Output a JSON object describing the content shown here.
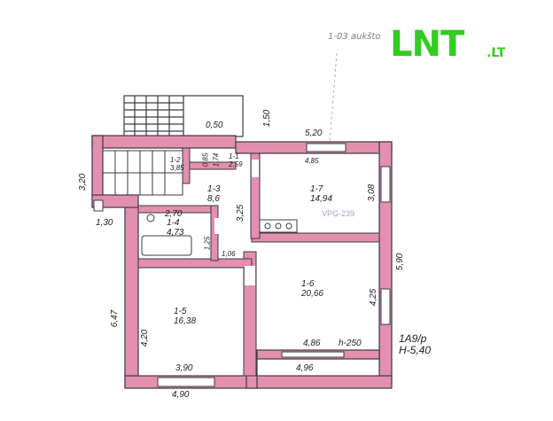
{
  "header": {
    "pencil_note": "1-03 aukšto",
    "logo_main": "LNT",
    "logo_suffix": ".LT"
  },
  "rooms": [
    {
      "id": "r12",
      "code": "1-2",
      "area": "3,85"
    },
    {
      "id": "r11",
      "code": "1-1",
      "area": "2,59"
    },
    {
      "id": "r13",
      "code": "1-3",
      "area": "8,6"
    },
    {
      "id": "r14",
      "code": "1-4",
      "area": "4,73"
    },
    {
      "id": "r17",
      "code": "1-7",
      "area": "14,94"
    },
    {
      "id": "r16",
      "code": "1-6",
      "area": "20,66"
    },
    {
      "id": "r15",
      "code": "1-5",
      "area": "16,38"
    }
  ],
  "dimensions": {
    "top_balcony": "0,50",
    "top_right_outer": "5,20",
    "top_right_inner": "4,85",
    "balcony_side": "1,50",
    "left_stair": "3,20",
    "left_small": "1,30",
    "left_outer": "6,47",
    "left_inner": "4,20",
    "bath_top": "2,70",
    "corridor_v": "3,25",
    "corridor_small": "1,25",
    "corridor_bottom": "1,06",
    "small_v1": "0,85",
    "small_v2": "1,74",
    "kitchen_right": "3,08",
    "right_outer": "5,90",
    "right_inner": "4,25",
    "room6_bottom_inner": "4,86",
    "room6_bottom_outer": "4,96",
    "ceiling_height": "h-250",
    "room5_bottom_inner": "3,90",
    "room5_bottom_outer": "4,90"
  },
  "stamp": {
    "line1": "1A9/p",
    "line2": "H-5,40"
  },
  "ghost_text": "VPG-239",
  "colors": {
    "wall_fill": "#e38fae",
    "wall_outline": "#3a3a44",
    "logo_green": "#33cc22"
  }
}
